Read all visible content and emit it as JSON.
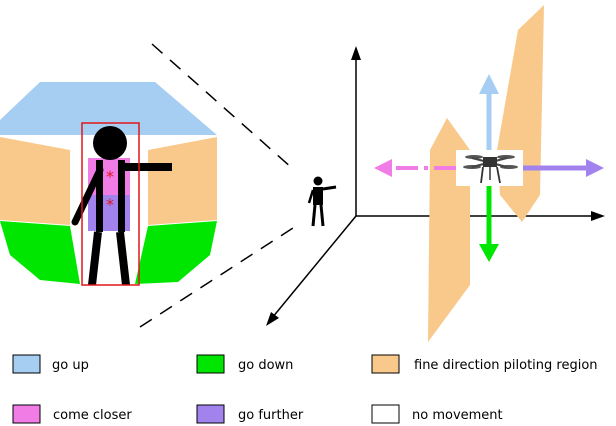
{
  "legend": [
    {
      "label": "go up",
      "color": "#a6cdf2"
    },
    {
      "label": "go down",
      "color": "#00e600"
    },
    {
      "label": "fine direction piloting region",
      "color": "#f8c98a"
    },
    {
      "label": "come closer",
      "color": "#f27ce6"
    },
    {
      "label": "go further",
      "color": "#a283ee"
    },
    {
      "label": "no movement",
      "color": "#ffffff"
    }
  ],
  "colors": {
    "up": "#a6cdf2",
    "down": "#00e600",
    "fine": "#f8c98a",
    "closer": "#f27ce6",
    "further": "#a283ee",
    "bbox": "#e0161b",
    "keypoint": "#e0161b"
  },
  "icons": [
    "person-silhouette-icon",
    "pointing-person-icon",
    "drone-icon"
  ]
}
